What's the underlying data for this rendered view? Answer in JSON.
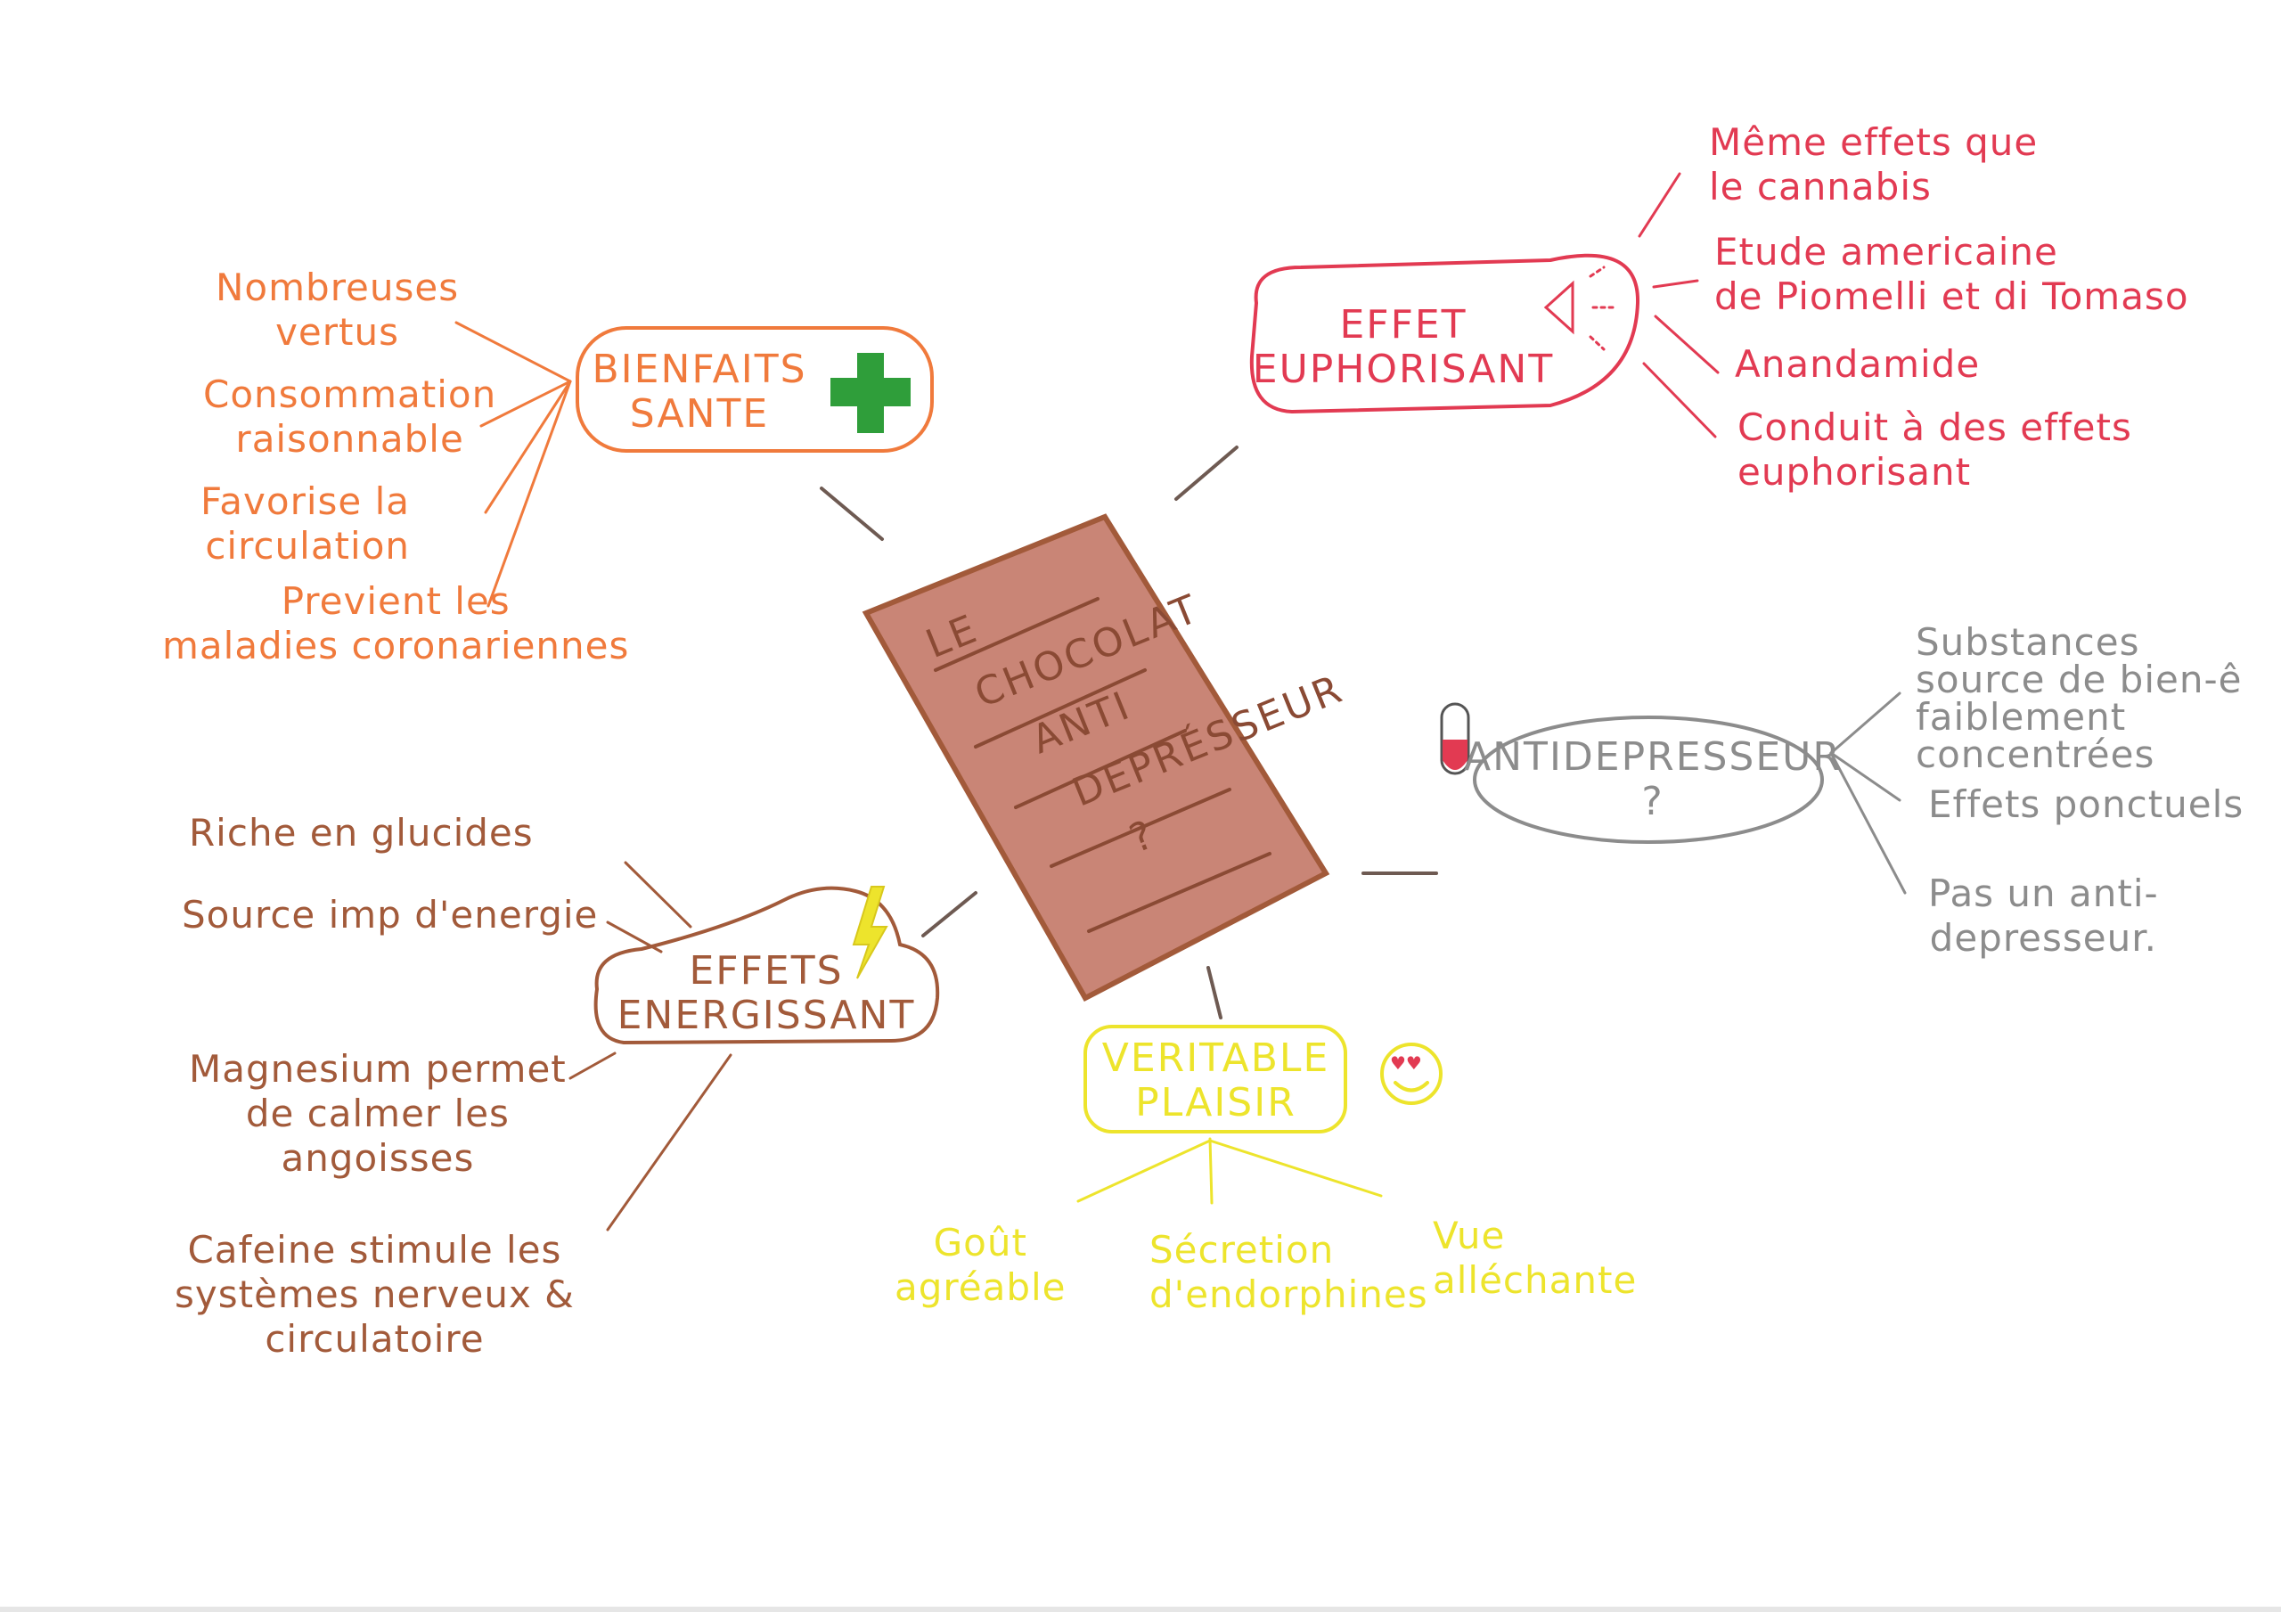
{
  "center": {
    "lines": [
      "LE",
      "CHOCOLAT",
      "ANTI",
      "DEPRÉSSEUR",
      "?"
    ]
  },
  "branches": {
    "bienfaits": {
      "title": "BIENFAITS\nSANTE",
      "icon": "green-cross-icon",
      "color": "#f07a3c",
      "items": [
        "Nombreuses\nvertus",
        "Consommation\nraisonnable",
        "Favorise la\ncirculation",
        "Previent les\nmaladies coronariennes"
      ]
    },
    "euphorisant": {
      "title": "EFFET\nEUPHORISANT",
      "icon": "spray-icon",
      "color": "#e23a52",
      "items": [
        "Même effets que\nle cannabis",
        "Etude americaine\nde Piomelli et di Tomaso",
        "Anandamide",
        "Conduit à des effets\neuphorisant"
      ]
    },
    "antidepresseur": {
      "title": "ANTIDEPRESSEUR\n?",
      "icon": "pill-icon",
      "color": "#8c8c8c",
      "items": [
        "Substances\nsource de bien-ê\nfaiblement concentrées",
        "Effets ponctuels",
        "Pas un anti-\ndepresseur."
      ]
    },
    "energisant": {
      "title": "EFFETS\nENERGISSANT",
      "icon": "lightning-icon",
      "color": "#a25a3a",
      "items": [
        "Riche en glucides",
        "Source imp d'energie",
        "Magnesium permet\nde calmer les\nangoisses",
        "Cafeine stimule les\nsystèmes nerveux &\ncirculatoire"
      ]
    },
    "plaisir": {
      "title": "VERITABLE\nPLAISIR",
      "icon": "heart-eyes-smiley-icon",
      "color": "#ede42c",
      "items": [
        "Goût\nagréable",
        "Sécretion\nd'endorphines",
        "Vue\nalléchante"
      ]
    }
  }
}
